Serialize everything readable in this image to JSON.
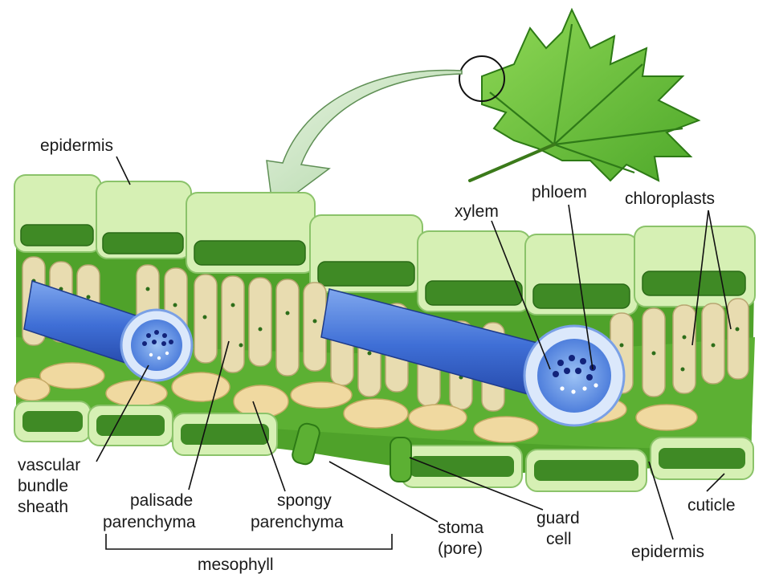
{
  "labels": {
    "epidermis_top": "epidermis",
    "xylem": "xylem",
    "phloem": "phloem",
    "chloroplasts": "chloroplasts",
    "vascular_bundle_sheath": [
      "vascular",
      "bundle",
      "sheath"
    ],
    "palisade_parenchyma": [
      "palisade",
      "parenchyma"
    ],
    "spongy_parenchyma": [
      "spongy",
      "parenchyma"
    ],
    "stoma": [
      "stoma",
      "(pore)"
    ],
    "guard_cell": [
      "guard",
      "cell"
    ],
    "cuticle": "cuticle",
    "epidermis_bottom": "epidermis",
    "mesophyll": "mesophyll"
  },
  "colors": {
    "leaf": "#6fc13b",
    "leaf_vein": "#2f7a18",
    "epidermis_cell": "#d6f0b4",
    "chloroplast_dark": "#2e6e1a",
    "cell_inner": "#3f8a25",
    "palisade": "#e8dcb0",
    "spongy": "#f0d9a0",
    "mesophyll_bg": "#4fa22a",
    "vascular": "#3a63c9",
    "arrow_fill": "#b9ddb0"
  }
}
